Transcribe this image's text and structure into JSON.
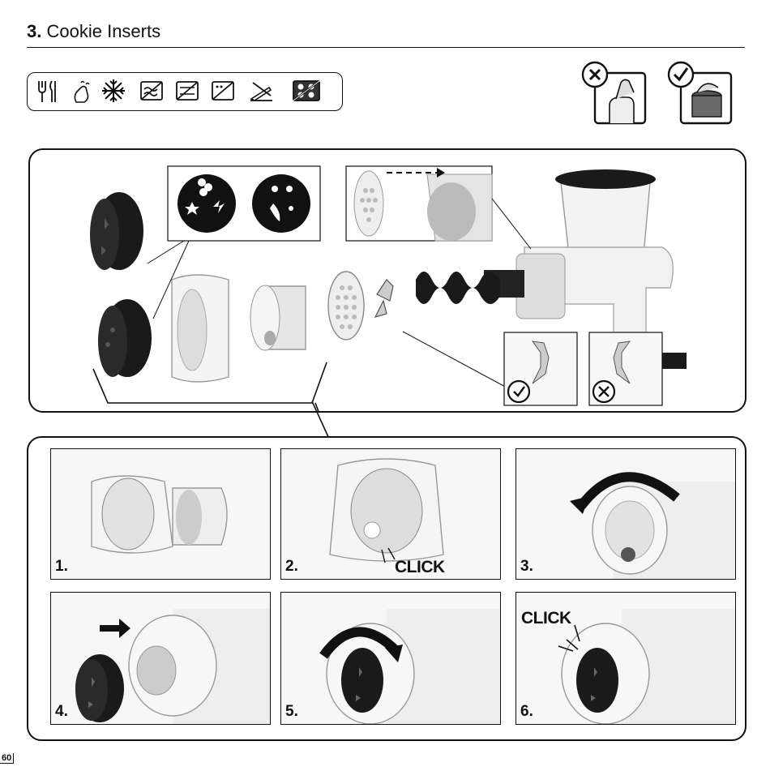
{
  "header": {
    "section_number": "3.",
    "title": "Cookie Inserts"
  },
  "care_icons": [
    "cutlery-icon",
    "hand-wash-icon",
    "freeze-icon",
    "no-oven-icon",
    "no-microwave-icon",
    "no-dishwasher-icon",
    "no-knife-icon",
    "no-heat-icon"
  ],
  "usage_icons": {
    "wrong": "wrong-hand-cross-icon",
    "right": "right-hand-check-icon"
  },
  "steps": [
    {
      "number": "1.",
      "label": ""
    },
    {
      "number": "2.",
      "label": "CLICK"
    },
    {
      "number": "3.",
      "label": ""
    },
    {
      "number": "4.",
      "label": ""
    },
    {
      "number": "5.",
      "label": ""
    },
    {
      "number": "6.",
      "label": "CLICK"
    }
  ],
  "page_number": "60",
  "colors": {
    "ink": "#111111",
    "part_black": "#1a1a1a",
    "part_white": "#f2f2f2"
  }
}
